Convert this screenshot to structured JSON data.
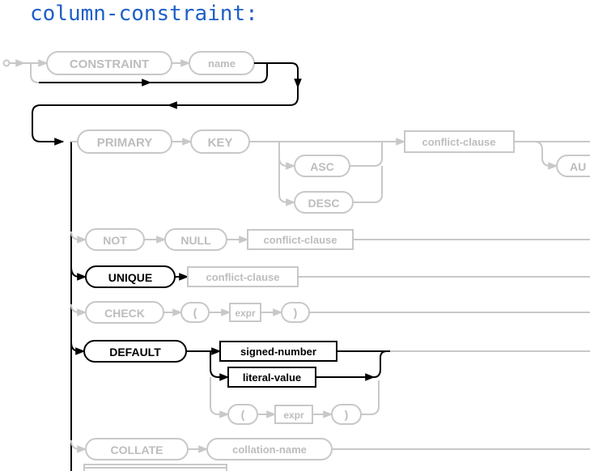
{
  "title": "column-constraint:",
  "colors": {
    "title": "#1f5fc8",
    "active": "#000000",
    "faded": "#c8c8c8",
    "faded_text": "#bdbdbd"
  },
  "diagram": {
    "constraint_keyword": "CONSTRAINT",
    "name_ref": "name",
    "primary_keyword": "PRIMARY",
    "key_keyword": "KEY",
    "asc_keyword": "ASC",
    "desc_keyword": "DESC",
    "conflict_clause_1": "conflict-clause",
    "autoincrement_partial": "AU",
    "not_keyword": "NOT",
    "null_keyword": "NULL",
    "conflict_clause_2": "conflict-clause",
    "unique_keyword": "UNIQUE",
    "conflict_clause_3": "conflict-clause",
    "check_keyword": "CHECK",
    "open_paren_1": "(",
    "expr_1": "expr",
    "close_paren_1": ")",
    "default_keyword": "DEFAULT",
    "signed_number_ref": "signed-number",
    "literal_value_ref": "literal-value",
    "open_paren_2": "(",
    "expr_2": "expr",
    "close_paren_2": ")",
    "collate_keyword": "COLLATE",
    "collation_name_ref": "collation-name"
  }
}
